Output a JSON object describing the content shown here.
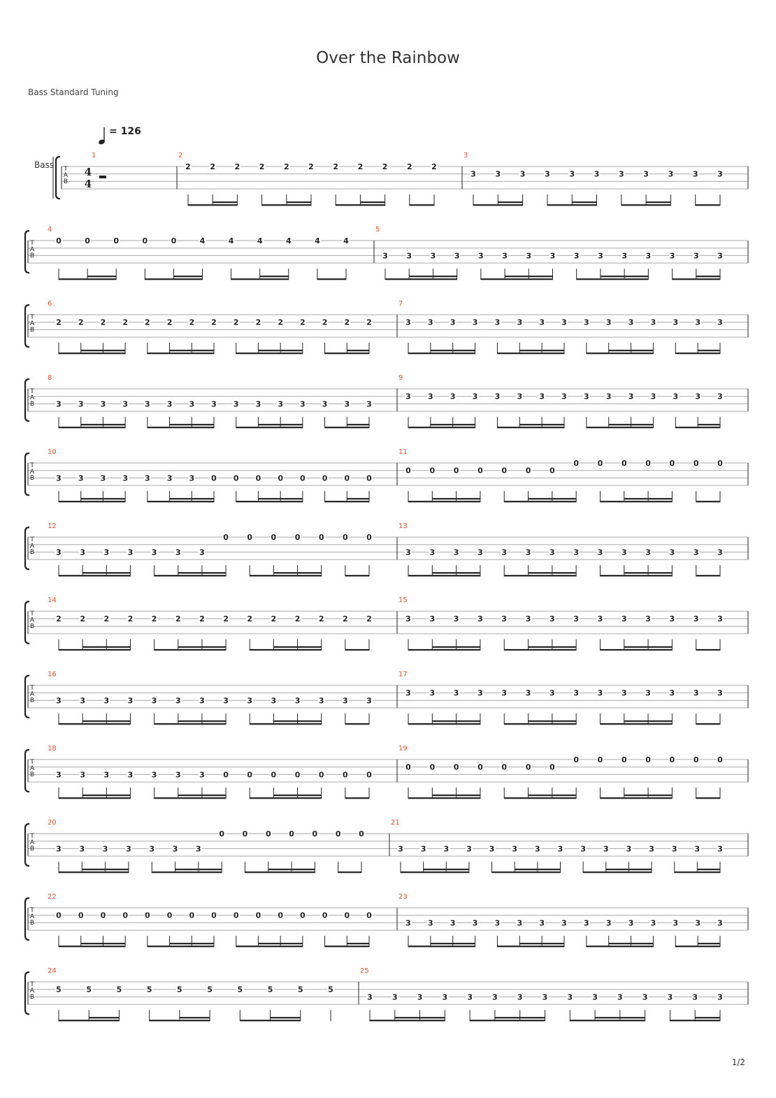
{
  "title": "Over the Rainbow",
  "tuning": "Bass Standard Tuning",
  "tempo": "= 126",
  "instrument": "Bass",
  "time_signature": "4/4",
  "tab_clef": [
    "T",
    "A",
    "B"
  ],
  "page": "1/2",
  "colors": {
    "measure_number": "#e0542a",
    "ink": "#222222",
    "staff_line": "#aaaaaa"
  },
  "measures": [
    {
      "n": "1",
      "rest": true
    },
    {
      "n": "2",
      "string": 0,
      "notes": [
        "2",
        "2",
        "2",
        "2",
        "2",
        "2",
        "2",
        "2",
        "2",
        "2",
        "2"
      ]
    },
    {
      "n": "3",
      "string": 1,
      "notes": [
        "3",
        "3",
        "3",
        "3",
        "3",
        "3",
        "3",
        "3",
        "3",
        "3",
        "3"
      ]
    },
    {
      "n": "4",
      "string": 0,
      "notes": [
        "0",
        "0",
        "0",
        "0",
        "0",
        "4",
        "4",
        "4",
        "4",
        "4",
        "4"
      ]
    },
    {
      "n": "5",
      "string": 2,
      "notes": [
        "3",
        "3",
        "3",
        "3",
        "3",
        "3",
        "3",
        "3",
        "3",
        "3",
        "3",
        "3",
        "3",
        "3",
        "3"
      ]
    },
    {
      "n": "6",
      "string": 1,
      "notes": [
        "2",
        "2",
        "2",
        "2",
        "2",
        "2",
        "2",
        "2",
        "2",
        "2",
        "2",
        "2",
        "2",
        "2",
        "2"
      ]
    },
    {
      "n": "7",
      "string": 1,
      "notes": [
        "3",
        "3",
        "3",
        "3",
        "3",
        "3",
        "3",
        "3",
        "3",
        "3",
        "3",
        "3",
        "3",
        "3",
        "3"
      ]
    },
    {
      "n": "8",
      "string": 2,
      "notes": [
        "3",
        "3",
        "3",
        "3",
        "3",
        "3",
        "3",
        "3",
        "3",
        "3",
        "3",
        "3",
        "3",
        "3",
        "3"
      ]
    },
    {
      "n": "9",
      "string": 1,
      "notes": [
        "3",
        "3",
        "3",
        "3",
        "3",
        "3",
        "3",
        "3",
        "3",
        "3",
        "3",
        "3",
        "3",
        "3",
        "3"
      ]
    },
    {
      "n": "10",
      "strings": [
        2,
        2,
        2,
        2,
        2,
        2,
        2,
        2,
        2,
        2,
        2,
        2,
        2,
        2,
        2
      ],
      "notes": [
        "3",
        "3",
        "3",
        "3",
        "3",
        "3",
        "3",
        "0",
        "0",
        "0",
        "0",
        "0",
        "0",
        "0",
        "0"
      ]
    },
    {
      "n": "11",
      "strings": [
        1,
        1,
        1,
        1,
        1,
        1,
        1,
        0,
        0,
        0,
        0,
        0,
        0,
        0
      ],
      "notes": [
        "0",
        "0",
        "0",
        "0",
        "0",
        "0",
        "0",
        "0",
        "0",
        "0",
        "0",
        "0",
        "0",
        "0"
      ]
    },
    {
      "n": "12",
      "strings": [
        2,
        2,
        2,
        2,
        2,
        2,
        2,
        0,
        0,
        0,
        0,
        0,
        0,
        0
      ],
      "notes": [
        "3",
        "3",
        "3",
        "3",
        "3",
        "3",
        "3",
        "0",
        "0",
        "0",
        "0",
        "0",
        "0",
        "0"
      ]
    },
    {
      "n": "13",
      "string": 2,
      "notes": [
        "3",
        "3",
        "3",
        "3",
        "3",
        "3",
        "3",
        "3",
        "3",
        "3",
        "3",
        "3",
        "3",
        "3"
      ]
    },
    {
      "n": "14",
      "string": 1,
      "notes": [
        "2",
        "2",
        "2",
        "2",
        "2",
        "2",
        "2",
        "2",
        "2",
        "2",
        "2",
        "2",
        "2",
        "2"
      ]
    },
    {
      "n": "15",
      "string": 1,
      "notes": [
        "3",
        "3",
        "3",
        "3",
        "3",
        "3",
        "3",
        "3",
        "3",
        "3",
        "3",
        "3",
        "3",
        "3"
      ]
    },
    {
      "n": "16",
      "string": 2,
      "notes": [
        "3",
        "3",
        "3",
        "3",
        "3",
        "3",
        "3",
        "3",
        "3",
        "3",
        "3",
        "3",
        "3",
        "3"
      ]
    },
    {
      "n": "17",
      "string": 1,
      "notes": [
        "3",
        "3",
        "3",
        "3",
        "3",
        "3",
        "3",
        "3",
        "3",
        "3",
        "3",
        "3",
        "3",
        "3"
      ]
    },
    {
      "n": "18",
      "strings": [
        2,
        2,
        2,
        2,
        2,
        2,
        2,
        2,
        2,
        2,
        2,
        2,
        2,
        2
      ],
      "notes": [
        "3",
        "3",
        "3",
        "3",
        "3",
        "3",
        "3",
        "0",
        "0",
        "0",
        "0",
        "0",
        "0",
        "0"
      ]
    },
    {
      "n": "19",
      "strings": [
        1,
        1,
        1,
        1,
        1,
        1,
        1,
        0,
        0,
        0,
        0,
        0,
        0,
        0
      ],
      "notes": [
        "0",
        "0",
        "0",
        "0",
        "0",
        "0",
        "0",
        "0",
        "0",
        "0",
        "0",
        "0",
        "0",
        "0"
      ]
    },
    {
      "n": "20",
      "strings": [
        2,
        2,
        2,
        2,
        2,
        2,
        2,
        0,
        0,
        0,
        0,
        0,
        0,
        0
      ],
      "notes": [
        "3",
        "3",
        "3",
        "3",
        "3",
        "3",
        "3",
        "0",
        "0",
        "0",
        "0",
        "0",
        "0",
        "0"
      ]
    },
    {
      "n": "21",
      "string": 2,
      "notes": [
        "3",
        "3",
        "3",
        "3",
        "3",
        "3",
        "3",
        "3",
        "3",
        "3",
        "3",
        "3",
        "3",
        "3",
        "3"
      ]
    },
    {
      "n": "22",
      "string": 1,
      "notes": [
        "0",
        "0",
        "0",
        "0",
        "0",
        "0",
        "0",
        "0",
        "0",
        "0",
        "0",
        "0",
        "0",
        "0",
        "0"
      ]
    },
    {
      "n": "23",
      "string": 2,
      "notes": [
        "3",
        "3",
        "3",
        "3",
        "3",
        "3",
        "3",
        "3",
        "3",
        "3",
        "3",
        "3",
        "3",
        "3",
        "3"
      ]
    },
    {
      "n": "24",
      "string": 1,
      "notes": [
        "5",
        "5",
        "5",
        "5",
        "5",
        "5",
        "5",
        "5",
        "5",
        "5"
      ]
    },
    {
      "n": "25",
      "string": 2,
      "notes": [
        "3",
        "3",
        "3",
        "3",
        "3",
        "3",
        "3",
        "3",
        "3",
        "3",
        "3",
        "3",
        "3",
        "3",
        "3"
      ]
    }
  ]
}
